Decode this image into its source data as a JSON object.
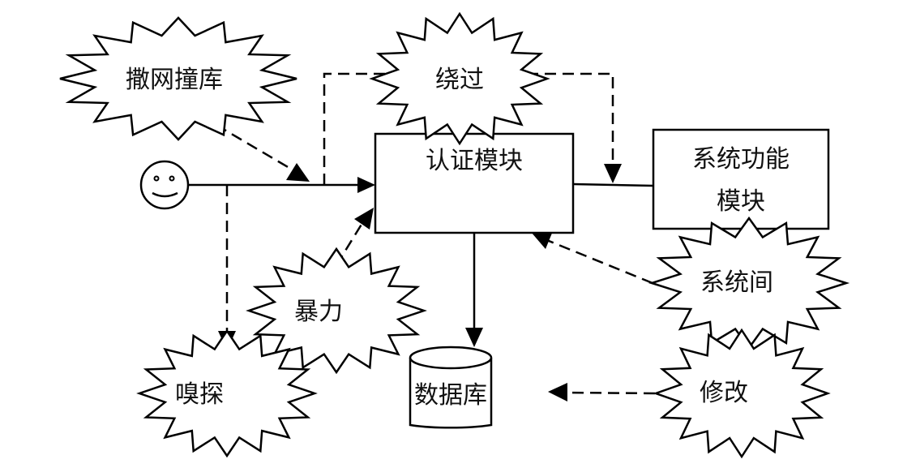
{
  "diagram": {
    "type": "attack-surface diagram",
    "colors": {
      "stroke": "#000000",
      "fill": "#ffffff",
      "text": "#111111"
    },
    "actor": {
      "id": "user",
      "icon": "smiley-face-icon"
    },
    "nodes": {
      "auth_module": {
        "label": "认证模块",
        "shape": "rectangle"
      },
      "system_module": {
        "label_lines": [
          "系统功能",
          "模块"
        ],
        "shape": "rectangle"
      },
      "database": {
        "label": "数据库",
        "shape": "cylinder"
      }
    },
    "attacks": {
      "credential_stuffing": {
        "label": "撒网撞库",
        "shape": "burst"
      },
      "bypass": {
        "label": "绕过",
        "shape": "burst"
      },
      "brute_force": {
        "label": "暴力",
        "shape": "burst"
      },
      "sniffing": {
        "label": "嗅探",
        "shape": "burst"
      },
      "inter_system": {
        "label": "系统间",
        "shape": "burst"
      },
      "modify": {
        "label": "修改",
        "shape": "burst"
      }
    },
    "edges": [
      {
        "from": "user",
        "to": "auth_module",
        "style": "solid",
        "arrow": true
      },
      {
        "from": "auth_module",
        "to": "system_module",
        "style": "solid",
        "arrow": false
      },
      {
        "from": "auth_module",
        "to": "database",
        "style": "solid",
        "arrow": true
      },
      {
        "from": "credential_stuffing",
        "to": "user-auth-link",
        "style": "dashed",
        "arrow": true
      },
      {
        "from": "user-auth-link",
        "to": "bypass",
        "style": "dashed",
        "arrow": false
      },
      {
        "from": "bypass",
        "to": "auth-system-link",
        "style": "dashed",
        "arrow": true
      },
      {
        "from": "brute_force",
        "to": "auth_module",
        "style": "dashed",
        "arrow": true
      },
      {
        "from": "user-auth-link",
        "to": "sniffing",
        "style": "dashed",
        "arrow": true
      },
      {
        "from": "inter_system",
        "to": "auth_module",
        "style": "dashed",
        "arrow": true
      },
      {
        "from": "modify",
        "to": "database",
        "style": "dashed",
        "arrow": true
      }
    ]
  }
}
